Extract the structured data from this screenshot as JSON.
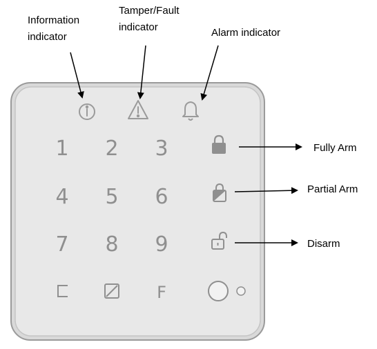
{
  "labels": {
    "information": "Information indicator",
    "tamper": "Tamper/Fault indicator",
    "alarm": "Alarm indicator",
    "fully_arm": "Fully Arm",
    "partial_arm": "Partial Arm",
    "disarm": "Disarm"
  },
  "keys": [
    "1",
    "2",
    "3",
    "4",
    "5",
    "6",
    "7",
    "8",
    "9",
    "F"
  ],
  "icons": {
    "information": "info-circle-icon",
    "tamper": "warning-triangle-icon",
    "alarm": "bell-icon",
    "fully_arm": "lock-closed-icon",
    "partial_arm": "lock-partial-icon",
    "disarm": "lock-open-icon",
    "clear": "clear-key-icon",
    "bypass": "slash-box-icon",
    "card_reader": "circle-button-icon",
    "status_led": "small-circle-led-icon"
  },
  "colors": {
    "panel_fill": "#e7e7e7",
    "panel_border": "#8c8c8c",
    "key_gray": "#8f8f8f",
    "icon_gray": "#9a9a9a",
    "arrow": "#000000"
  }
}
